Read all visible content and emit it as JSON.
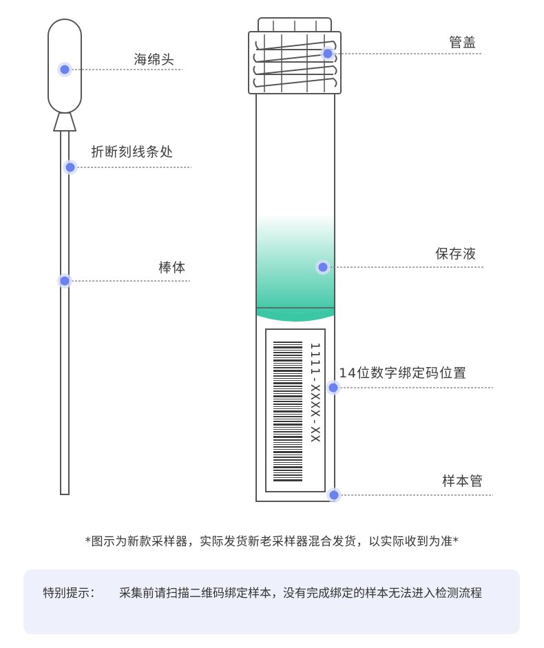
{
  "swab": {
    "sponge_head_label": "海绵头",
    "break_line_label": "折断刻线条处",
    "rod_label": "棒体"
  },
  "tube": {
    "cap_label": "管盖",
    "preservation_liquid_label": "保存液",
    "binding_code_label": "14位数字绑定码位置",
    "sample_tube_label": "样本管",
    "barcode_text": "1111-XXXX-XX"
  },
  "caption": "*图示为新款采样器，实际发货新老采样器混合发货，以实际收到为准*",
  "tip": {
    "label": "特别提示：",
    "text": "采集前请扫描二维码绑定样本，没有完成绑定的样本无法进入检测流程"
  },
  "colors": {
    "marker": "#6b82ee",
    "marker_halo": "#d6ddfb",
    "liquid_top": "#ffffff",
    "liquid_bottom": "#3cc7a4",
    "outline": "#555555",
    "tip_background": "#eef0fb"
  }
}
